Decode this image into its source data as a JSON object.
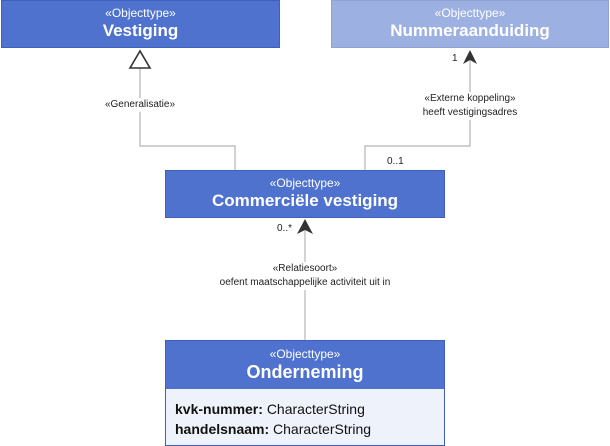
{
  "boxes": {
    "vestiging": {
      "stereotype": "«Objecttype»",
      "name": "Vestiging"
    },
    "nummeraanduiding": {
      "stereotype": "«Objecttype»",
      "name": "Nummeraanduiding"
    },
    "commercieel": {
      "stereotype": "«Objecttype»",
      "name": "Commerciële vestiging"
    },
    "onderneming": {
      "stereotype": "«Objecttype»",
      "name": "Onderneming",
      "attributes": [
        {
          "name": "kvk-nummer:",
          "type": "CharacterString"
        },
        {
          "name": "handelsnaam:",
          "type": "CharacterString"
        }
      ]
    }
  },
  "relations": {
    "generalisatie": {
      "label": "«Generalisatie»"
    },
    "externe": {
      "stereotype": "«Externe koppeling»",
      "name": "heeft vestigingsadres",
      "mult_target": "1",
      "mult_source": "0..1"
    },
    "relatiesoort": {
      "stereotype": "«Relatiesoort»",
      "name": "oefent maatschappelijke activiteit uit in",
      "mult_target": "0..*"
    }
  },
  "colors": {
    "primary": "#4f72cf",
    "external": "#9db0e2",
    "attribute_bg": "#eef2fa",
    "line": "#b5b5b5"
  }
}
